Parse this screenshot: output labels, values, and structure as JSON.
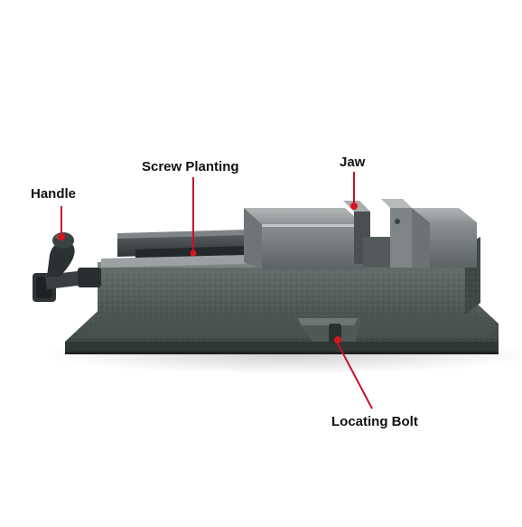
{
  "labels": {
    "handle": "Handle",
    "screw_planting": "Screw Planting",
    "jaw": "Jaw",
    "locating_bolt": "Locating Bolt"
  },
  "colors": {
    "leader_line": "#c8102e",
    "leader_dot": "#d7141f",
    "label_text": "#111111",
    "body_hammertone": "#4f5a57",
    "machined_steel": "#8a8f91"
  },
  "subject": {
    "icon": "machine-vise-icon"
  }
}
